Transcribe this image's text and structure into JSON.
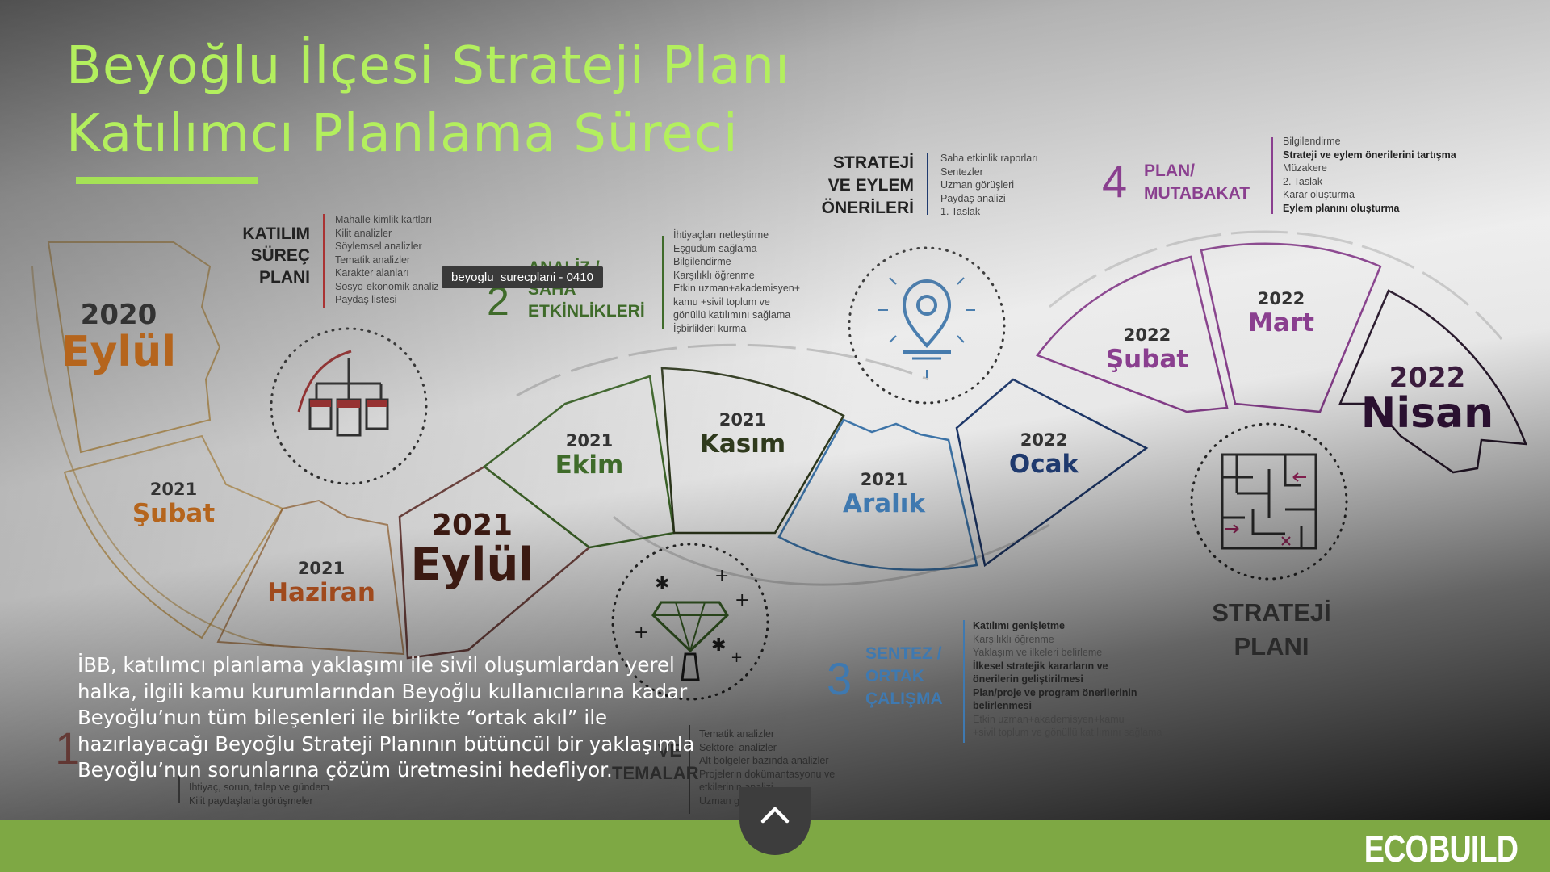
{
  "title": {
    "line1": "Beyoğlu İlçesi Strateji Planı",
    "line2": "Katılımcı Planlama Süreci"
  },
  "colors": {
    "title_green": "#b3ef5e",
    "footer_green": "#7ea844",
    "orange": "#b5651d",
    "darkred": "#3b1a12",
    "green": "#3f6b2a",
    "olive": "#2f3a1d",
    "blue": "#3f79b0",
    "navy": "#1f3a6e",
    "purple": "#8a3f8f",
    "deep_purple": "#3a1b3d"
  },
  "stages": {
    "katilim": {
      "title": [
        "KATILIM",
        "SÜREÇ",
        "PLANI"
      ],
      "items": [
        "Mahalle kimlik kartları",
        "Kilit analizler",
        "Söylemsel analizler",
        "Tematik analizler",
        "Karakter alanları",
        "Sosyo-ekonomik analiz",
        "Paydaş listesi"
      ]
    },
    "analiz": {
      "number": "2",
      "title": [
        "ANALİZ /",
        "SAHA",
        "ETKİNLİKLERİ"
      ],
      "items": [
        "İhtiyaçları netleştirme",
        "Eşgüdüm sağlama",
        "Bilgilendirme",
        "Karşılıklı öğrenme",
        "Etkin uzman+akademisyen+",
        "kamu +sivil toplum ve",
        "gönüllü katılımını sağlama",
        "İşbirlikleri kurma"
      ]
    },
    "strateji_eylem": {
      "title": [
        "STRATEJİ",
        "VE EYLEM",
        "ÖNERİLERİ"
      ],
      "items": [
        "Saha etkinlik raporları",
        "Sentezler",
        "Uzman görüşleri",
        "Paydaş analizi",
        "1. Taslak"
      ]
    },
    "plan": {
      "number": "4",
      "title": [
        "PLAN/",
        "MUTABAKAT"
      ],
      "items": [
        "Bilgilendirme",
        "Strateji ve eylem önerilerini tartışma",
        "Müzakere",
        "2. Taslak",
        "Karar oluşturma",
        "Eylem planını oluşturma"
      ]
    },
    "sentez": {
      "number": "3",
      "title": [
        "SENTEZ /",
        "ORTAK",
        "ÇALIŞMA"
      ],
      "items": [
        "Katılımı genişletme",
        "Karşılıklı öğrenme",
        "Yaklaşım ve ilkeleri belirleme",
        "İlkesel stratejik kararların ve",
        "önerilerin geliştirilmesi",
        "Plan/proje ve program önerilerinin",
        "belirlenmesi",
        "Etkin uzman+akademisyen+kamu",
        "+sivil toplum ve gönüllü katılımını sağlama"
      ]
    },
    "temalar": {
      "title": [
        "VE",
        "TEMALAR"
      ],
      "items": [
        "Tematik analizler",
        "Sektörel analizler",
        "Alt bölgeler bazında  analizler",
        "Projelerin dokümantasyonu ve",
        "etkilerinin analizi",
        "Uzman görüşleri"
      ]
    },
    "first": {
      "number": "1",
      "items": [
        "İhtiyaç, sorun, talep ve gündem",
        "Kilit paydaşlarla görüşmeler"
      ]
    },
    "strateji_plani": {
      "title": [
        "STRATEJİ",
        "PLANI"
      ]
    }
  },
  "timeline": [
    {
      "year": "2020",
      "month": "Eylül"
    },
    {
      "year": "2021",
      "month": "Şubat"
    },
    {
      "year": "2021",
      "month": "Haziran"
    },
    {
      "year": "2021",
      "month": "Eylül"
    },
    {
      "year": "2021",
      "month": "Ekim"
    },
    {
      "year": "2021",
      "month": "Kasım"
    },
    {
      "year": "2021",
      "month": "Aralık"
    },
    {
      "year": "2022",
      "month": "Ocak"
    },
    {
      "year": "2022",
      "month": "Şubat"
    },
    {
      "year": "2022",
      "month": "Mart"
    },
    {
      "year": "2022",
      "month": "Nisan"
    }
  ],
  "tooltip": "beyoglu_surecplani - 0410",
  "paragraph": [
    "İBB, katılımcı planlama yaklaşımı ile sivil oluşumlardan yerel",
    "halka, ilgili kamu kurumlarından Beyoğlu kullanıcılarına kadar",
    "Beyoğlu’nun tüm bileşenleri ile birlikte “ortak akıl” ile",
    "hazırlayacağı Beyoğlu Strateji Planının bütüncül bir yaklaşımla",
    "Beyoğlu’nun sorunlarına çözüm üretmesini hedefliyor."
  ],
  "footer": {
    "brand": "ECOBUILD",
    "scroll_up_icon": "chevron-up-icon"
  },
  "icons": [
    "chandelier-icon",
    "location-pin-icon",
    "diamond-icon",
    "maze-icon"
  ]
}
